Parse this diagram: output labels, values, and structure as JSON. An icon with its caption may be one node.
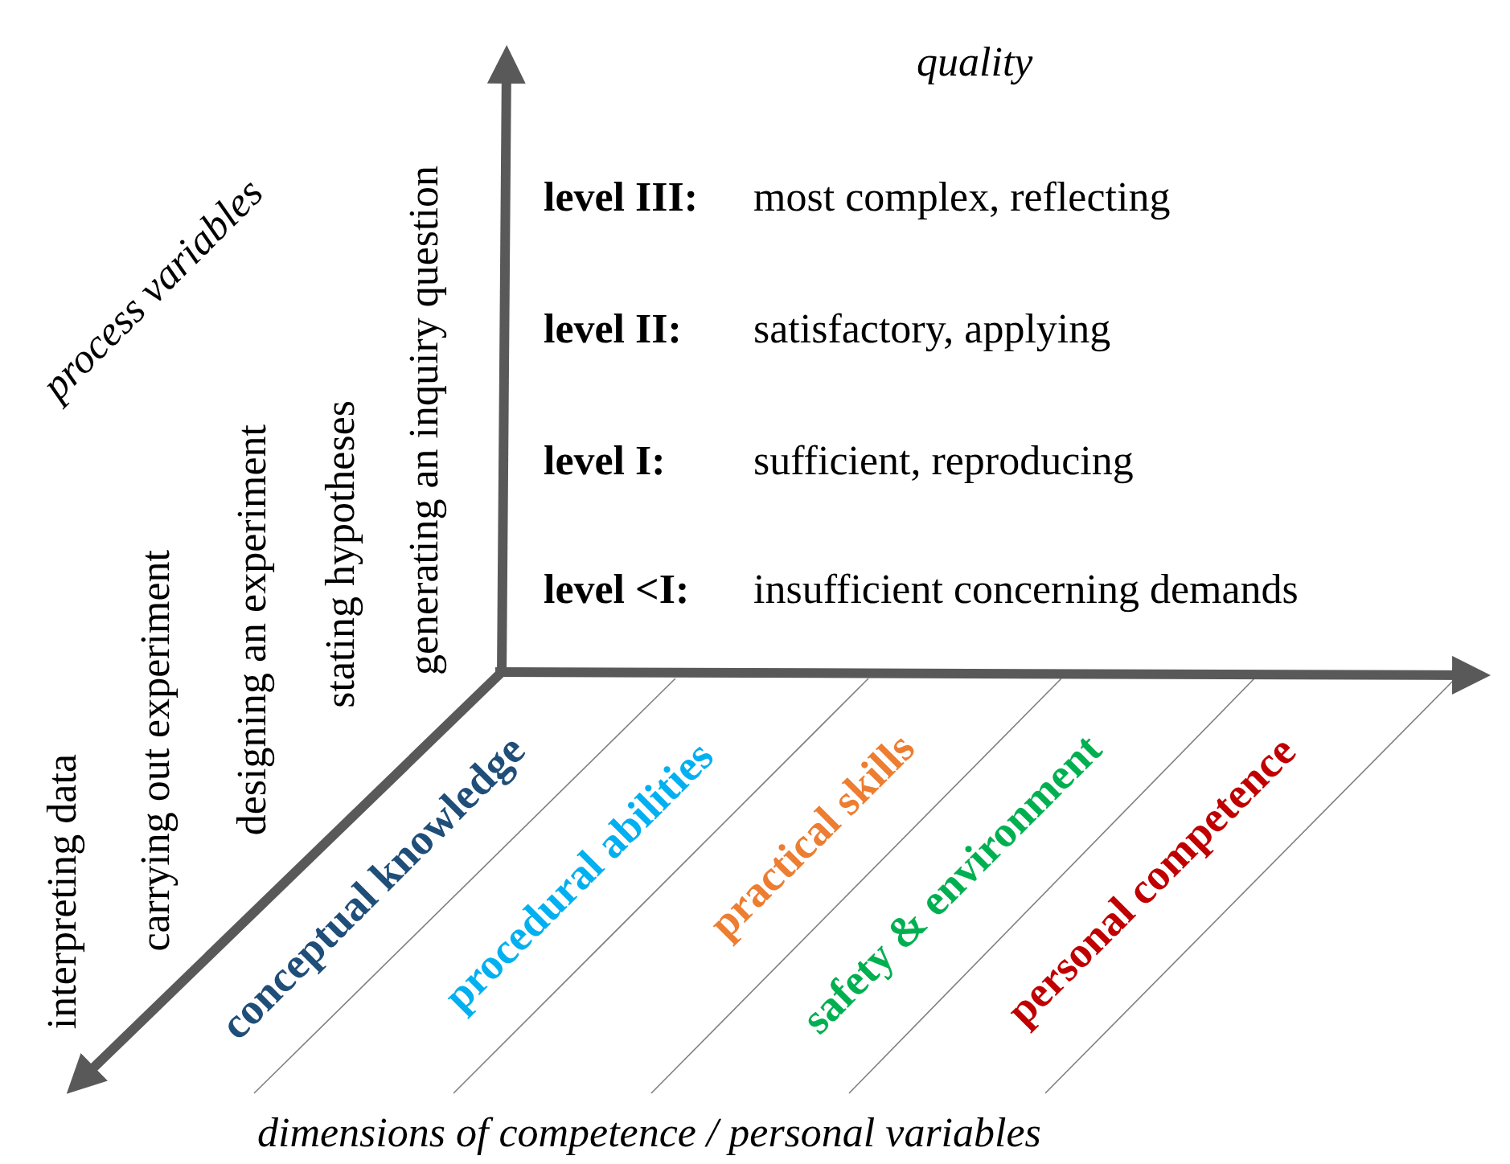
{
  "diagram": {
    "labels": [
      "quality",
      "process variables",
      "**level III:** most complex, reflecting",
      "**level II:** satisfactory, applying",
      "**level I:** sufficient, reproducing",
      "**level <I:** insufficient concerning demands",
      "interpreting data",
      "carrying out experiment",
      "designing an experiment",
      "stating hypotheses",
      "generating an inquiry question",
      "conceptual knowledge",
      "procedural abilities",
      "practical skills",
      "safety & environment",
      "personal competence",
      "dimensions of competence / personal variables"
    ]
  }
}
